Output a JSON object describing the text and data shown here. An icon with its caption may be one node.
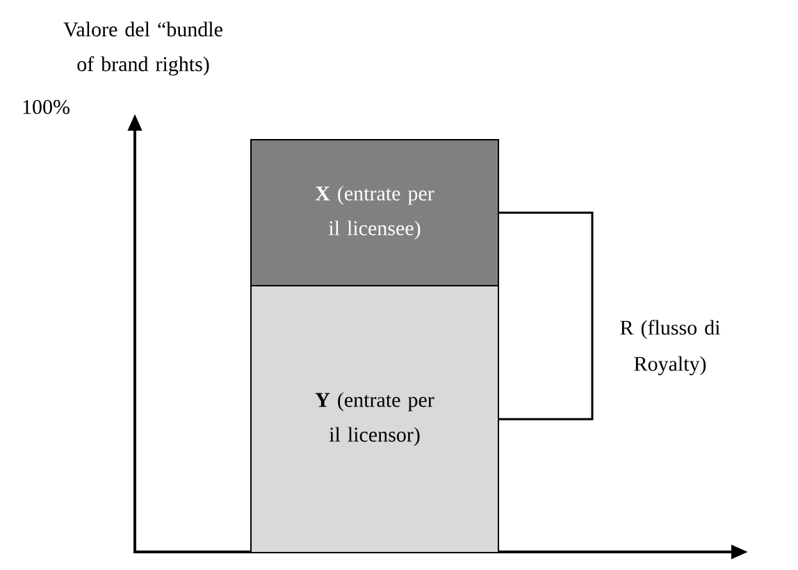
{
  "diagram": {
    "nodes": [
      {
        "text": [
          "**X** (entrate per il licensee)"
        ]
      },
      {
        "text": [
          "**Y** (entrate per il licensor)"
        ]
      }
    ],
    "edges": [
      {
        "from": 0,
        "to": 1,
        "arrow": "none",
        "label": "R (flusso di Royalty)"
      }
    ],
    "labels": [
      "Valore del “bundle of brand rights)",
      "100%"
    ]
  }
}
